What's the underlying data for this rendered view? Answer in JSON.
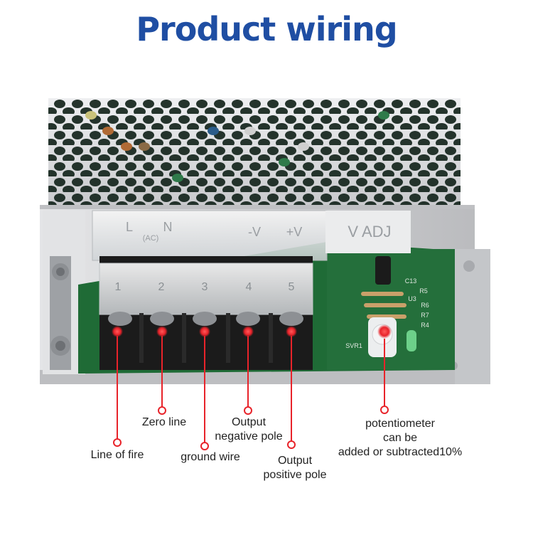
{
  "page": {
    "title": "Product wiring"
  },
  "unit": {
    "terminal_numbers": [
      "1",
      "2",
      "3",
      "4",
      "5"
    ],
    "cover_markings": {
      "l": "L",
      "ac": "(AC)",
      "n": "N",
      "minus_v": "-V",
      "plus_v": "+V",
      "v_adj": "V ADJ"
    },
    "pcb_markings": {
      "c13": "C13",
      "r5": "R5",
      "u3": "U3",
      "r6": "R6",
      "r7": "R7",
      "r4": "R4",
      "svr1": "SVR1"
    }
  },
  "callouts": {
    "line_of_fire": "Line of fire",
    "zero_line": "Zero line",
    "ground_wire": "ground wire",
    "output_negative_line1": "Output",
    "output_negative_line2": "negative pole",
    "output_positive_line1": "Output",
    "output_positive_line2": "positive pole",
    "potentiometer_line1": "potentiometer",
    "potentiometer_line2": "can be",
    "potentiometer_line3": "added or subtracted10%"
  },
  "colors": {
    "title": "#1f4ea3",
    "callout_line": "#e8232a",
    "pcb": "#1f6b36",
    "terminal_block": "#1b1b1b",
    "casing": "#d9dadc"
  }
}
